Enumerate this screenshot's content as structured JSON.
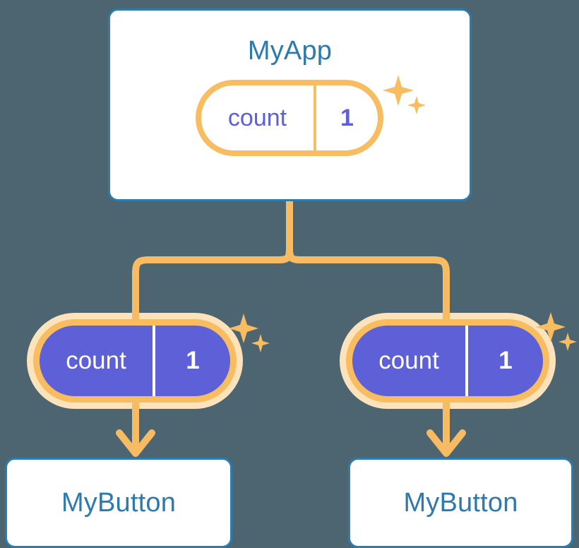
{
  "background_color": "#4c6571",
  "palette": {
    "card_border_blue": "#2c7cb0",
    "title_blue": "#2d7aae",
    "pill_border_orange": "#f8bc61",
    "pill_glow_orange": "#fce3bb",
    "state_indigo": "#5d60d6",
    "connector_orange": "#f7bc63",
    "card_background": "#ffffff",
    "text_white": "#ffffff"
  },
  "app_card": {
    "title": "MyApp",
    "state_pill": {
      "key": "count",
      "value": "1",
      "sparkle_icon": "sparkles-icon"
    }
  },
  "children": [
    {
      "state_pill": {
        "key": "count",
        "value": "1",
        "sparkle_icon": "sparkles-icon"
      },
      "card": {
        "title": "MyButton"
      },
      "arrow_icon": "arrow-down-icon"
    },
    {
      "state_pill": {
        "key": "count",
        "value": "1",
        "sparkle_icon": "sparkles-icon"
      },
      "card": {
        "title": "MyButton"
      },
      "arrow_icon": "arrow-down-icon"
    }
  ],
  "connectors": {
    "trunk_icon": "vertical-connector-line",
    "fork_icon": "branch-fork-connector"
  }
}
